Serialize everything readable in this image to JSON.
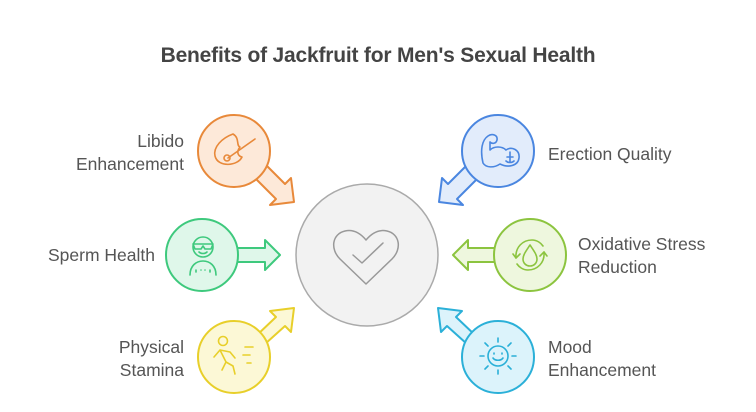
{
  "title": "Benefits of Jackfruit for Men's Sexual Health",
  "center": {
    "icon": "heart-check-icon",
    "fill": "#f2f2f2",
    "stroke": "#aaaaaa"
  },
  "benefits": [
    {
      "label_line1": "Libido",
      "label_line2": "Enhancement",
      "icon": "flame-match-icon",
      "side": "left",
      "color": "#e8893a",
      "fill": "#fde9d9"
    },
    {
      "label_line1": "Sperm Health",
      "label_line2": "",
      "icon": "person-sunglasses-icon",
      "side": "left",
      "color": "#3ec97d",
      "fill": "#dff7ea"
    },
    {
      "label_line1": "Physical",
      "label_line2": "Stamina",
      "icon": "running-person-icon",
      "side": "left",
      "color": "#e8cf2a",
      "fill": "#fcf8d6"
    },
    {
      "label_line1": "Erection Quality",
      "label_line2": "",
      "icon": "flexed-bicep-icon",
      "side": "right",
      "color": "#4a86e0",
      "fill": "#e2ecfb"
    },
    {
      "label_line1": "Oxidative Stress",
      "label_line2": "Reduction",
      "icon": "water-drop-cycle-icon",
      "side": "right",
      "color": "#8cc43f",
      "fill": "#eef7de"
    },
    {
      "label_line1": "Mood",
      "label_line2": "Enhancement",
      "icon": "smiling-sun-icon",
      "side": "right",
      "color": "#2bb0d8",
      "fill": "#dcf3fb"
    }
  ]
}
